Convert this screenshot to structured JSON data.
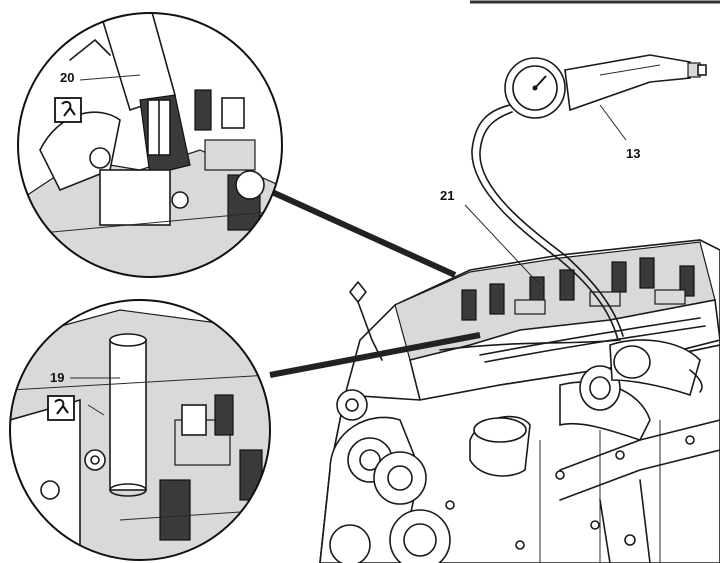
{
  "figure": {
    "callouts": {
      "gauge": "13",
      "pressure_hose_adapter": "21",
      "rod_tool": "19",
      "sleeve_tool": "20"
    },
    "tool_symbol": "wrench-tool-symbol"
  }
}
